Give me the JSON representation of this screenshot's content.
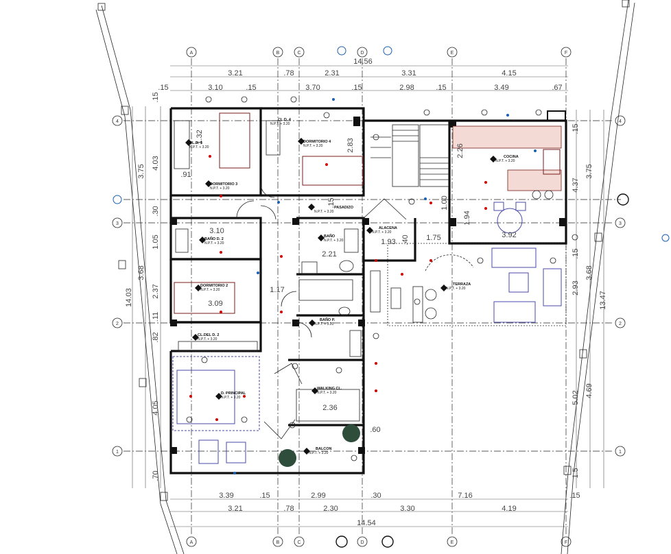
{
  "axes": {
    "top": [
      "A",
      "B",
      "C",
      "D",
      "E",
      "F"
    ],
    "bottom": [
      "A",
      "B",
      "C",
      "D",
      "E",
      "F"
    ],
    "left": [
      "4",
      "3",
      "2",
      "1"
    ],
    "right": [
      "4",
      "3",
      "2",
      "1"
    ]
  },
  "dims_top": {
    "total": "14.56",
    "row2": [
      "3.21",
      ".78",
      "2.31",
      "3.31",
      "4.15"
    ],
    "row3": [
      ".15",
      "3.10",
      ".15",
      "3.70",
      ".15",
      "2.98",
      ".15",
      "3.49",
      ".67"
    ]
  },
  "dims_bottom": {
    "row1": [
      "3.39",
      ".15",
      "2.99",
      ".30",
      "7.16",
      ".15"
    ],
    "row2": [
      "3.21",
      ".78",
      "2.30",
      "3.30",
      "4.19"
    ],
    "total": "14.54"
  },
  "dims_left": {
    "total": "14.03",
    "outer": [
      "3.75",
      "3.68",
      "4.05",
      ".70"
    ],
    "inner": [
      ".15",
      "4.03",
      ".30",
      "1.05",
      "2.37",
      ".11",
      ".82"
    ]
  },
  "dims_right": {
    "total": "13.47",
    "outer": [
      "3.75",
      "3.68"
    ],
    "inner": [
      ".15",
      "4.37",
      ".15",
      "2.93",
      "5.02",
      "4.69",
      "1.5"
    ]
  },
  "interior_dims": [
    "3.10",
    "3.09",
    "1.17",
    "2.21",
    "1.93",
    ".40",
    "1.75",
    "1.00",
    "1.94",
    "3.92",
    "2.36",
    ".60",
    "2.83",
    ".15",
    ".91",
    "2.26",
    "1.32"
  ],
  "level": "N.P.T. + 3.20",
  "rooms": [
    {
      "name": "CL.D. 3",
      "key": "r1"
    },
    {
      "name": "DORMITORIO 3",
      "key": "r2"
    },
    {
      "name": "CL.D. 4",
      "key": "r3"
    },
    {
      "name": "DORMITORIO 4",
      "key": "r4"
    },
    {
      "name": "PASADIZO",
      "key": "r5"
    },
    {
      "name": "BAÑO D. 2",
      "key": "r6"
    },
    {
      "name": "BAÑO",
      "key": "r7"
    },
    {
      "name": "ALACENA",
      "key": "r8"
    },
    {
      "name": "COCINA",
      "key": "r9"
    },
    {
      "name": "DORMITORIO 2",
      "key": "r10"
    },
    {
      "name": "TERRAZA",
      "key": "r11"
    },
    {
      "name": "BAÑO P.",
      "key": "r12"
    },
    {
      "name": "CL.DEL D. 2",
      "key": "r13"
    },
    {
      "name": "D. PRINCIPAL",
      "key": "r14"
    },
    {
      "name": "WALKING CL.",
      "key": "r15"
    },
    {
      "name": "BALCON",
      "key": "r16"
    }
  ]
}
